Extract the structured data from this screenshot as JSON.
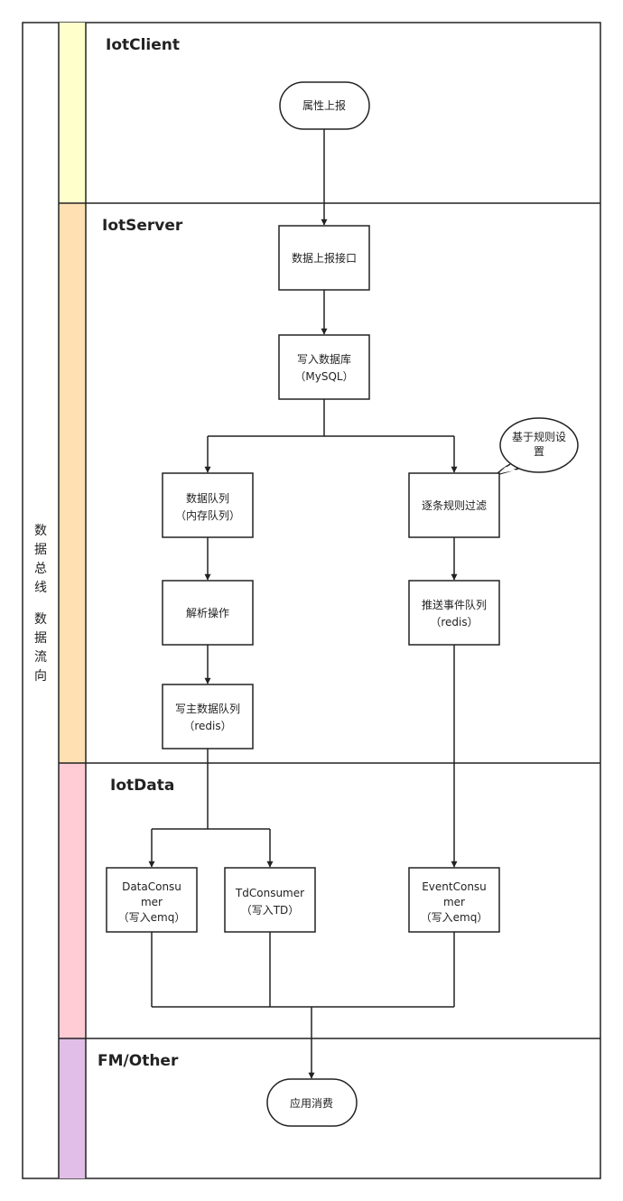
{
  "bus_label": {
    "part1": [
      "数",
      "据",
      "总",
      "线"
    ],
    "part2": [
      "数",
      "据",
      "流",
      "向"
    ]
  },
  "lanes": {
    "client": {
      "title": "IotClient",
      "color": "#ffffcc"
    },
    "server": {
      "title": "IotServer",
      "color": "#ffe0b2"
    },
    "data": {
      "title": "IotData",
      "color": "#ffccd5"
    },
    "other": {
      "title": "FM/Other",
      "color": "#e1bee7"
    }
  },
  "nodes": {
    "report_attr": {
      "lines": [
        "属性上报"
      ]
    },
    "upload_api": {
      "lines": [
        "数据上报接口"
      ]
    },
    "write_db": {
      "lines": [
        "写入数据库",
        "（MySQL）"
      ]
    },
    "data_queue": {
      "lines": [
        "数据队列",
        "（内存队列）"
      ]
    },
    "parse_op": {
      "lines": [
        "解析操作"
      ]
    },
    "write_main_queue": {
      "lines": [
        "写主数据队列",
        "（redis）"
      ]
    },
    "rule_filter": {
      "lines": [
        "逐条规则过滤"
      ]
    },
    "push_event_queue": {
      "lines": [
        "推送事件队列",
        "（redis）"
      ]
    },
    "rule_callout": {
      "lines": [
        "基于规则设",
        "置"
      ]
    },
    "data_consumer": {
      "lines": [
        "DataConsu",
        "mer",
        "（写入emq）"
      ]
    },
    "td_consumer": {
      "lines": [
        "TdConsumer",
        "（写入TD）"
      ]
    },
    "event_consumer": {
      "lines": [
        "EventConsu",
        "mer",
        "（写入emq）"
      ]
    },
    "app_consume": {
      "lines": [
        "应用消费"
      ]
    }
  }
}
